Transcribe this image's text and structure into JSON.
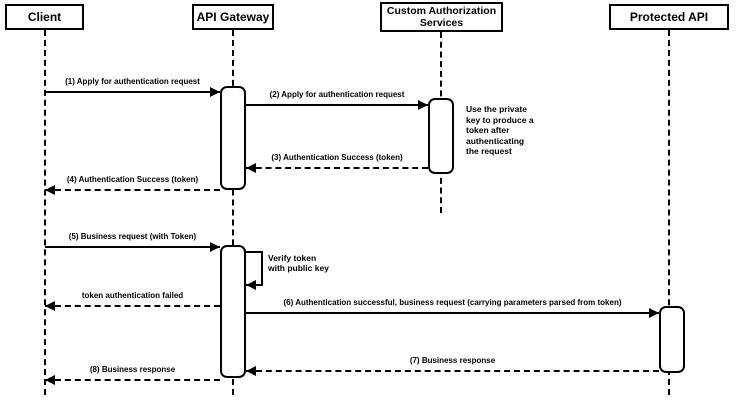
{
  "diagram": {
    "type": "uml-sequence-diagram",
    "colors": {
      "background": "#ffffff",
      "line": "#000000",
      "box_fill": "#ffffff",
      "text": "#000000"
    },
    "participants": [
      {
        "name": "Client"
      },
      {
        "name": "API Gateway"
      },
      {
        "name": "Custom Authorization\nServices"
      },
      {
        "name": "Protected API"
      }
    ],
    "messages": [
      {
        "label": "(1) Apply for authentication request",
        "from": "Client",
        "to": "API Gateway",
        "style": "solid"
      },
      {
        "label": "(2) Apply for authentication request",
        "from": "API Gateway",
        "to": "Custom Authorization Services",
        "style": "solid"
      },
      {
        "label": "(3) Authentication Success (token)",
        "from": "Custom Authorization Services",
        "to": "API Gateway",
        "style": "dashed"
      },
      {
        "label": "(4) Authentication Success (token)",
        "from": "API Gateway",
        "to": "Client",
        "style": "dashed"
      },
      {
        "label": "(5) Business request (with Token)",
        "from": "Client",
        "to": "API Gateway",
        "style": "solid"
      },
      {
        "label": "token authentication failed",
        "from": "API Gateway",
        "to": "Client",
        "style": "dashed"
      },
      {
        "label": "(6) Authentication successful, business request (carrying parameters parsed from token)",
        "from": "API Gateway",
        "to": "Protected API",
        "style": "solid"
      },
      {
        "label": "(7) Business response",
        "from": "Protected API",
        "to": "API Gateway",
        "style": "dashed"
      },
      {
        "label": "(8) Business response",
        "from": "API Gateway",
        "to": "Client",
        "style": "dashed"
      }
    ],
    "self_message": {
      "on": "API Gateway",
      "lines": [
        "Verify token",
        "with public key"
      ]
    },
    "note": {
      "near": "Custom Authorization Services",
      "lines": [
        "Use the private",
        "key to produce a",
        "token after",
        "authenticating",
        "the request"
      ]
    }
  }
}
